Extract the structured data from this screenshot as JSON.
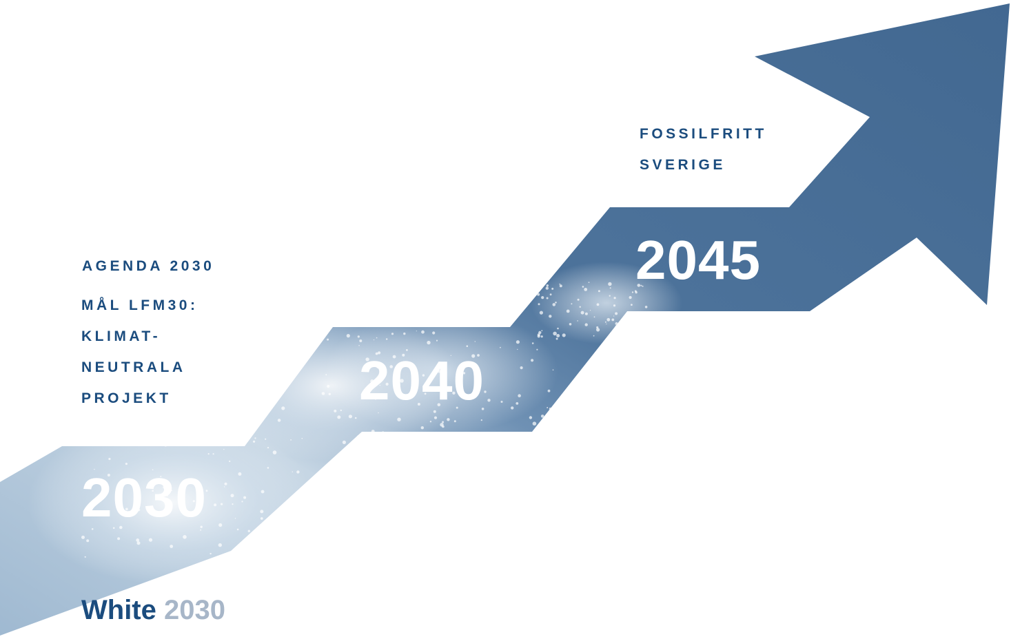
{
  "arrow": {
    "milestones": [
      {
        "year": "2030"
      },
      {
        "year": "2040"
      },
      {
        "year": "2045"
      }
    ],
    "colors": {
      "arrow_blue": "#446b94",
      "water_light": "#c9d8e6",
      "water_mid": "#7f9fbf",
      "label_blue": "#1b4c7e"
    }
  },
  "labels": {
    "agenda": "AGENDA 2030",
    "goal_lines": [
      "MÅL LFM30:",
      "KLIMAT-",
      "NEUTRALA",
      "PROJEKT"
    ],
    "fossil_lines": [
      "FOSSILFRITT",
      "SVERIGE"
    ]
  },
  "brand": {
    "name": "White",
    "year": "2030",
    "colors": {
      "name": "#1b4c7e",
      "year": "#a7b6c8"
    }
  }
}
